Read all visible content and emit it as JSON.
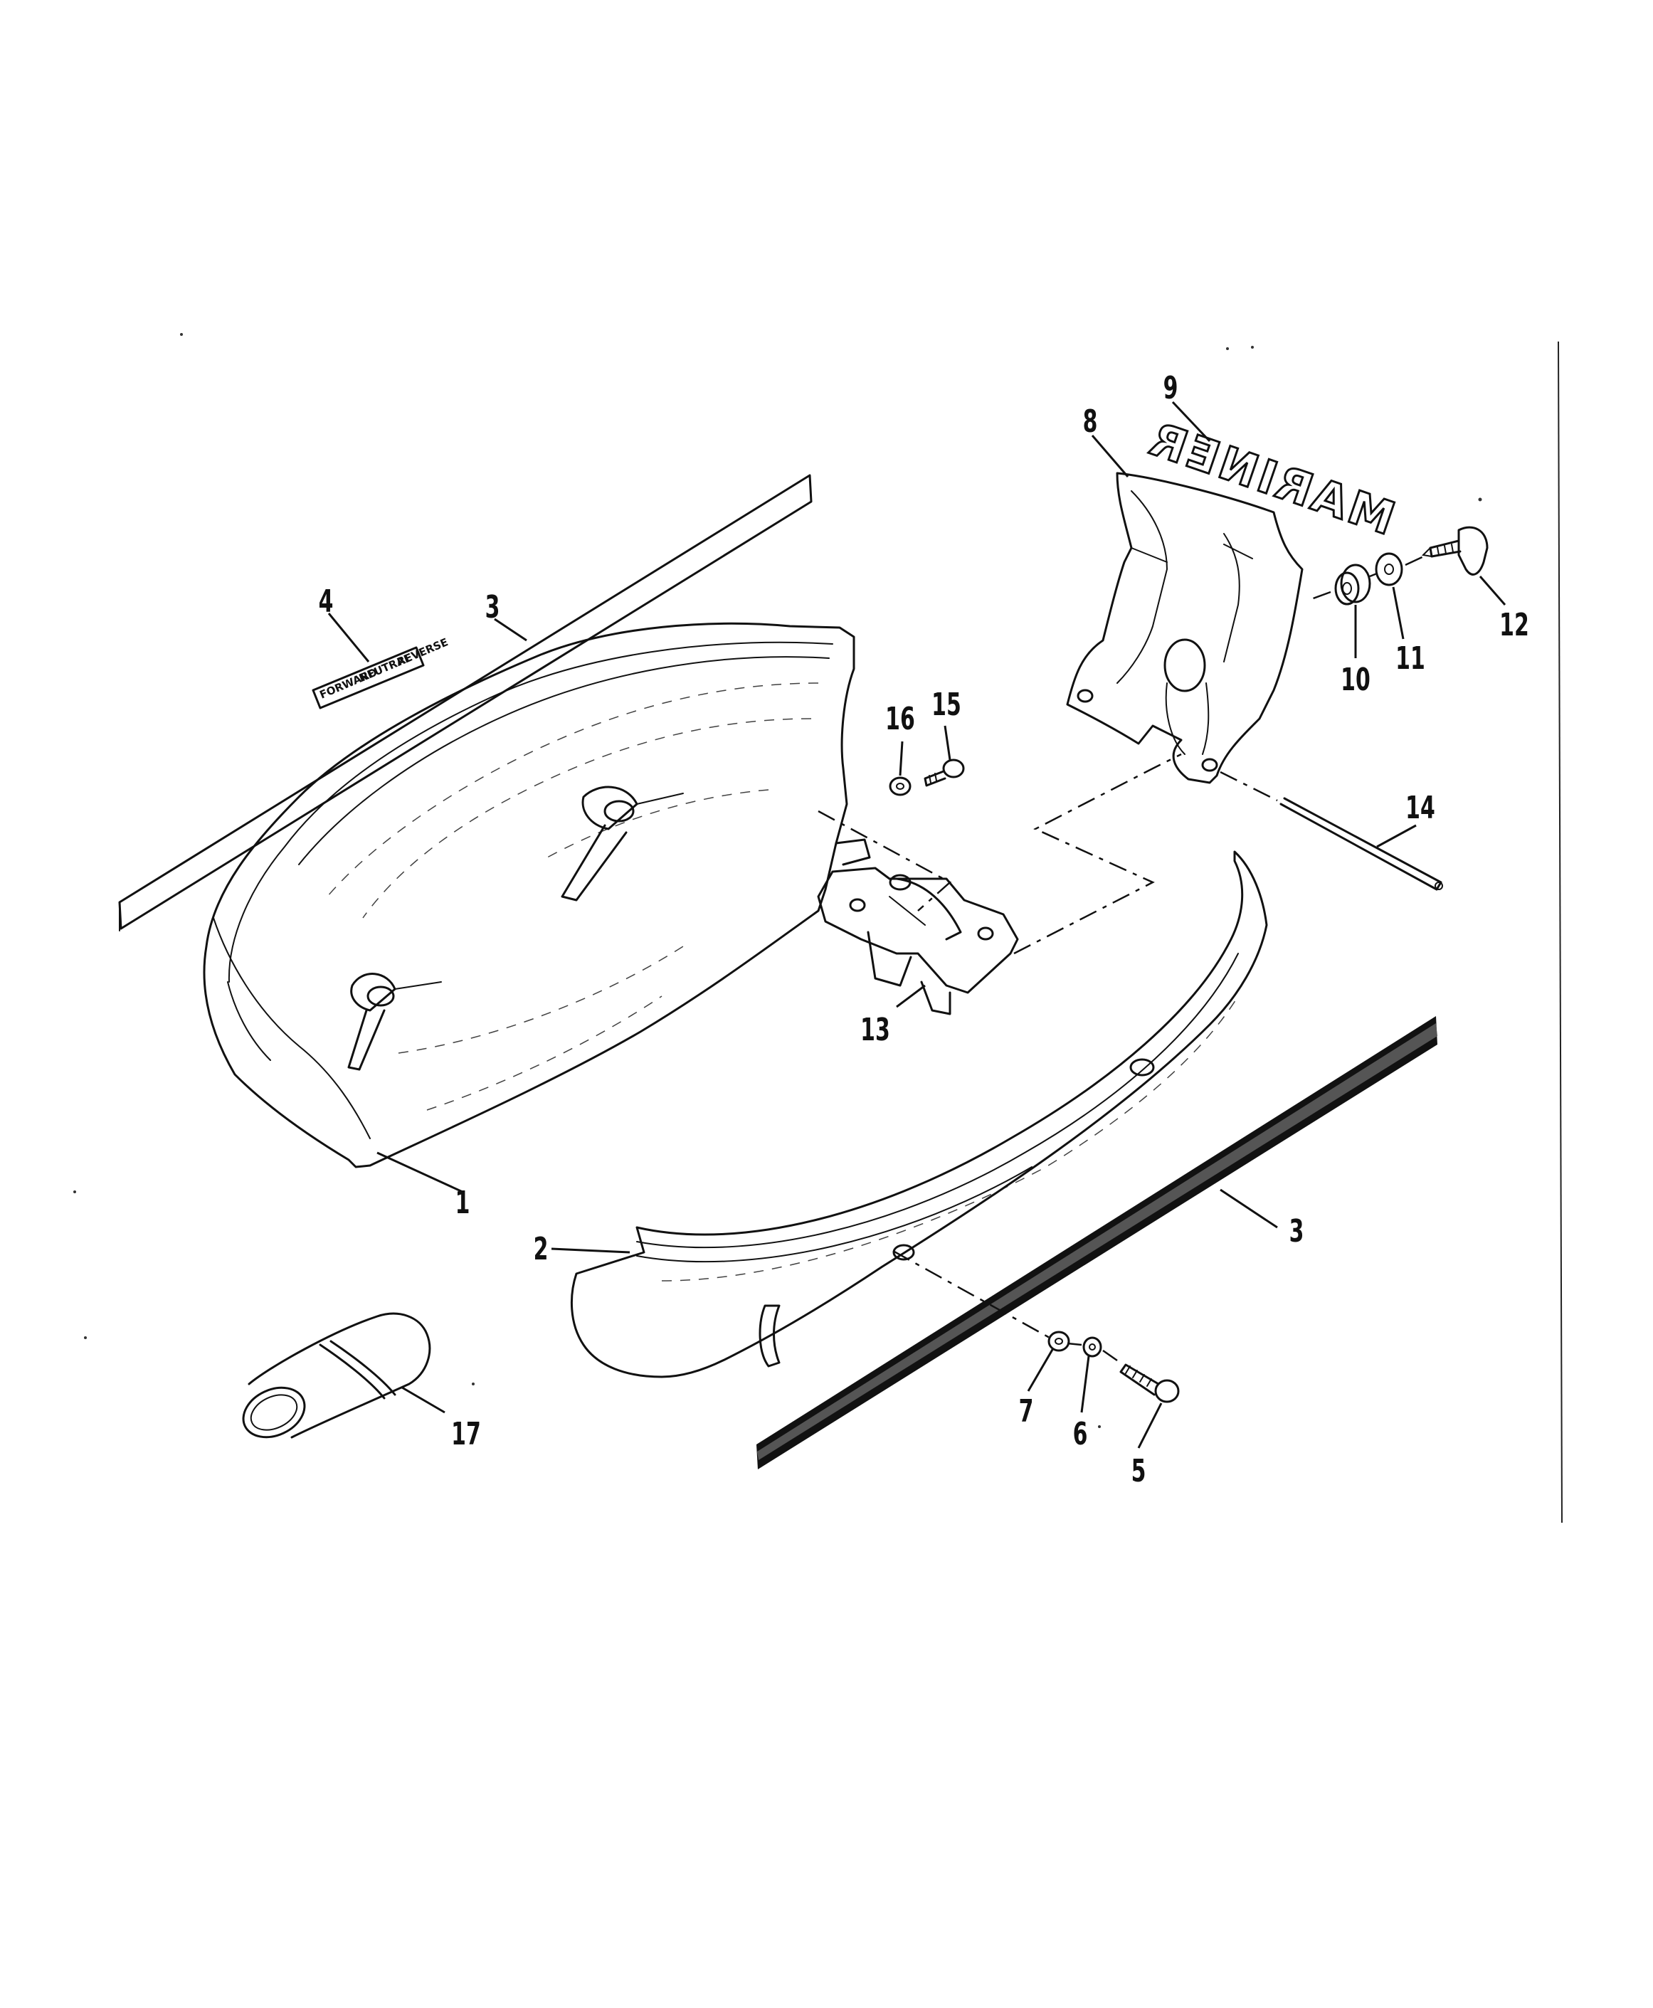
{
  "diagram": {
    "logo_text": "MARINER",
    "decal_text": [
      "FORWARD",
      "NEUTRAL",
      "REVERSE"
    ],
    "callouts": [
      {
        "id": "c1",
        "label": "1"
      },
      {
        "id": "c2",
        "label": "2"
      },
      {
        "id": "c3a",
        "label": "3"
      },
      {
        "id": "c3b",
        "label": "3"
      },
      {
        "id": "c4",
        "label": "4"
      },
      {
        "id": "c5",
        "label": "5"
      },
      {
        "id": "c6",
        "label": "6"
      },
      {
        "id": "c7",
        "label": "7"
      },
      {
        "id": "c8",
        "label": "8"
      },
      {
        "id": "c9",
        "label": "9"
      },
      {
        "id": "c10",
        "label": "10"
      },
      {
        "id": "c11",
        "label": "11"
      },
      {
        "id": "c12",
        "label": "12"
      },
      {
        "id": "c13",
        "label": "13"
      },
      {
        "id": "c14",
        "label": "14"
      },
      {
        "id": "c15",
        "label": "15"
      },
      {
        "id": "c16",
        "label": "16"
      },
      {
        "id": "c17",
        "label": "17"
      }
    ]
  }
}
